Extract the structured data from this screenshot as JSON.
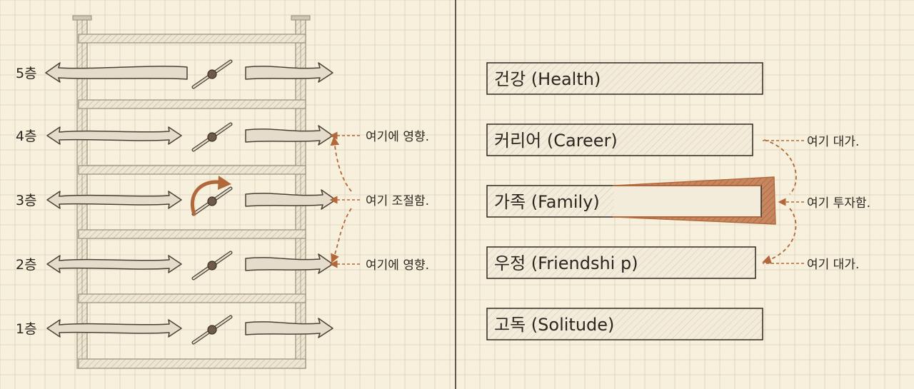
{
  "building": {
    "floors": [
      {
        "label": "5층",
        "annotation": ""
      },
      {
        "label": "4층",
        "annotation": "여기에 영향."
      },
      {
        "label": "3층",
        "annotation": "여기 조절함."
      },
      {
        "label": "2층",
        "annotation": "여기에 영향."
      },
      {
        "label": "1층",
        "annotation": ""
      }
    ],
    "adjusted_floor": "3층"
  },
  "life_bars": {
    "items": [
      {
        "label": "건강 (Health)",
        "annotation": ""
      },
      {
        "label": "커리어 (Career)",
        "annotation": "여기 대가."
      },
      {
        "label": "가족 (Family)",
        "annotation": "여기 투자함."
      },
      {
        "label": "우정 (Friendshi p)",
        "annotation": "여기 대가."
      },
      {
        "label": "고독 (Solitude)",
        "annotation": ""
      }
    ],
    "invested_item": "가족 (Family)"
  },
  "colors": {
    "paper": "#f7f0dc",
    "grid": "#d9d0bb",
    "ink": "#2b2620",
    "structure": "#9d9382",
    "structure_fill": "#ddd3bf",
    "accent": "#b2683a",
    "accent_fill": "#c58660",
    "arrow_fill": "#e6dccb"
  }
}
